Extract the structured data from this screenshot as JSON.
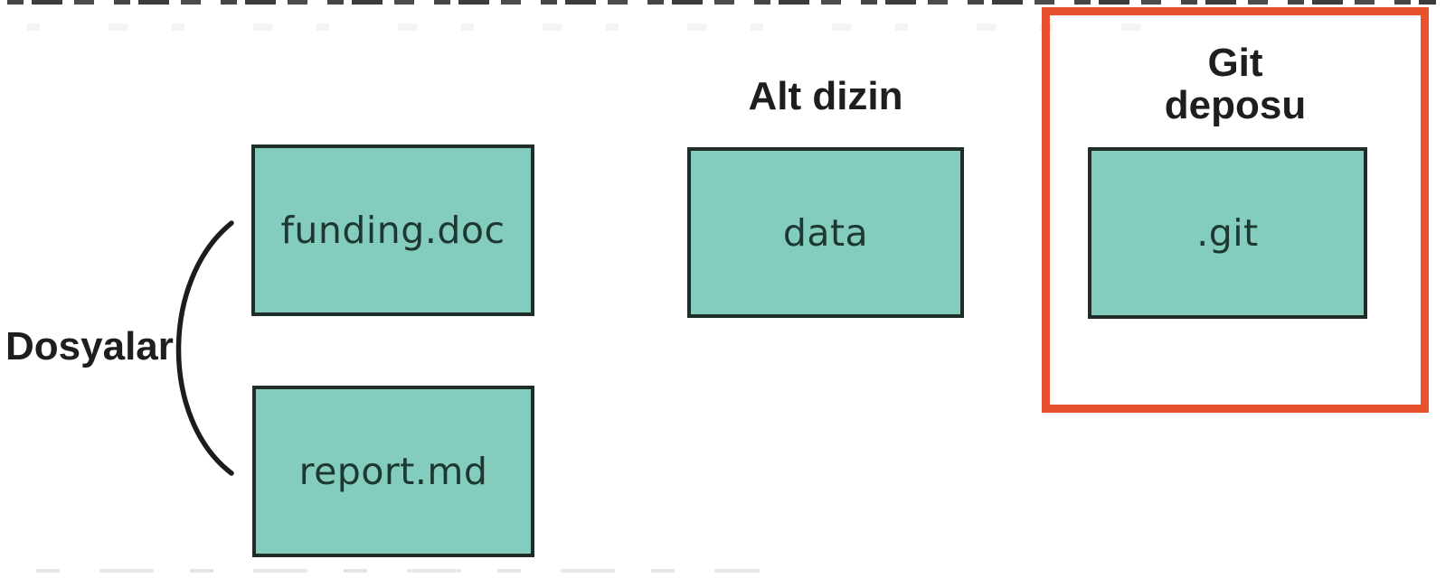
{
  "diagram": {
    "title_note": "Git working directory diagram (Turkish labels)",
    "files_group": {
      "label": "Dosyalar",
      "items": [
        {
          "label": "funding.doc"
        },
        {
          "label": "report.md"
        }
      ]
    },
    "subdir_group": {
      "label": "Alt dizin",
      "box_label": "data"
    },
    "repo_group": {
      "label_lines": [
        "Git",
        "deposu"
      ],
      "box_label": ".git"
    },
    "colors": {
      "box_fill": "#84ccbd",
      "box_border": "#1e2d28",
      "box_text": "#1d3831",
      "heading_text": "#1e1e1e",
      "repo_outline": "#e8502e",
      "brace_stroke": "#1c1c1c"
    }
  }
}
